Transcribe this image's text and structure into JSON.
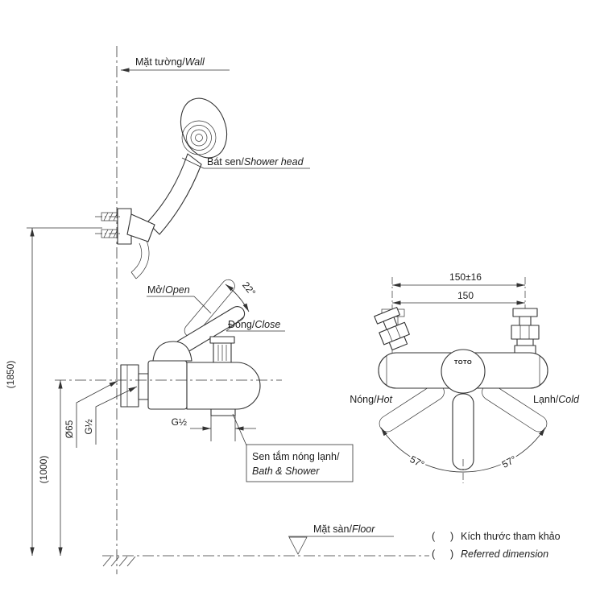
{
  "drawing": {
    "brand": "TOTO",
    "side_view": {
      "wall_vi": "Mặt tường/",
      "wall_en": "Wall",
      "shower_head_vi": "Bát sen/",
      "shower_head_en": "Shower head",
      "open_vi": "Mở/",
      "open_en": "Open",
      "close_vi": "Đóng/",
      "close_en": "Close",
      "open_angle": "22°",
      "height_overall": "(1850)",
      "height_mixer": "(1000)",
      "flange_diameter": "Ø65",
      "inlet_thread": "G½",
      "outlet_thread": "G½",
      "product_vi": "Sen tắm nóng lạnh/",
      "product_en": "Bath & Shower",
      "floor_vi": "Mặt sàn/",
      "floor_en": "Floor"
    },
    "front_view": {
      "center_distance_tolerance": "150±16",
      "center_distance": "150",
      "hot_vi": "Nóng/",
      "hot_en": "Hot",
      "cold_vi": "Lạnh/",
      "cold_en": "Cold",
      "swing_angle_left": "57°",
      "swing_angle_right": "57°"
    },
    "legend": {
      "paren_open": "(",
      "paren_close": ")",
      "note_vi": "Kích thước tham khảo",
      "note_en": "Referred dimension"
    }
  }
}
